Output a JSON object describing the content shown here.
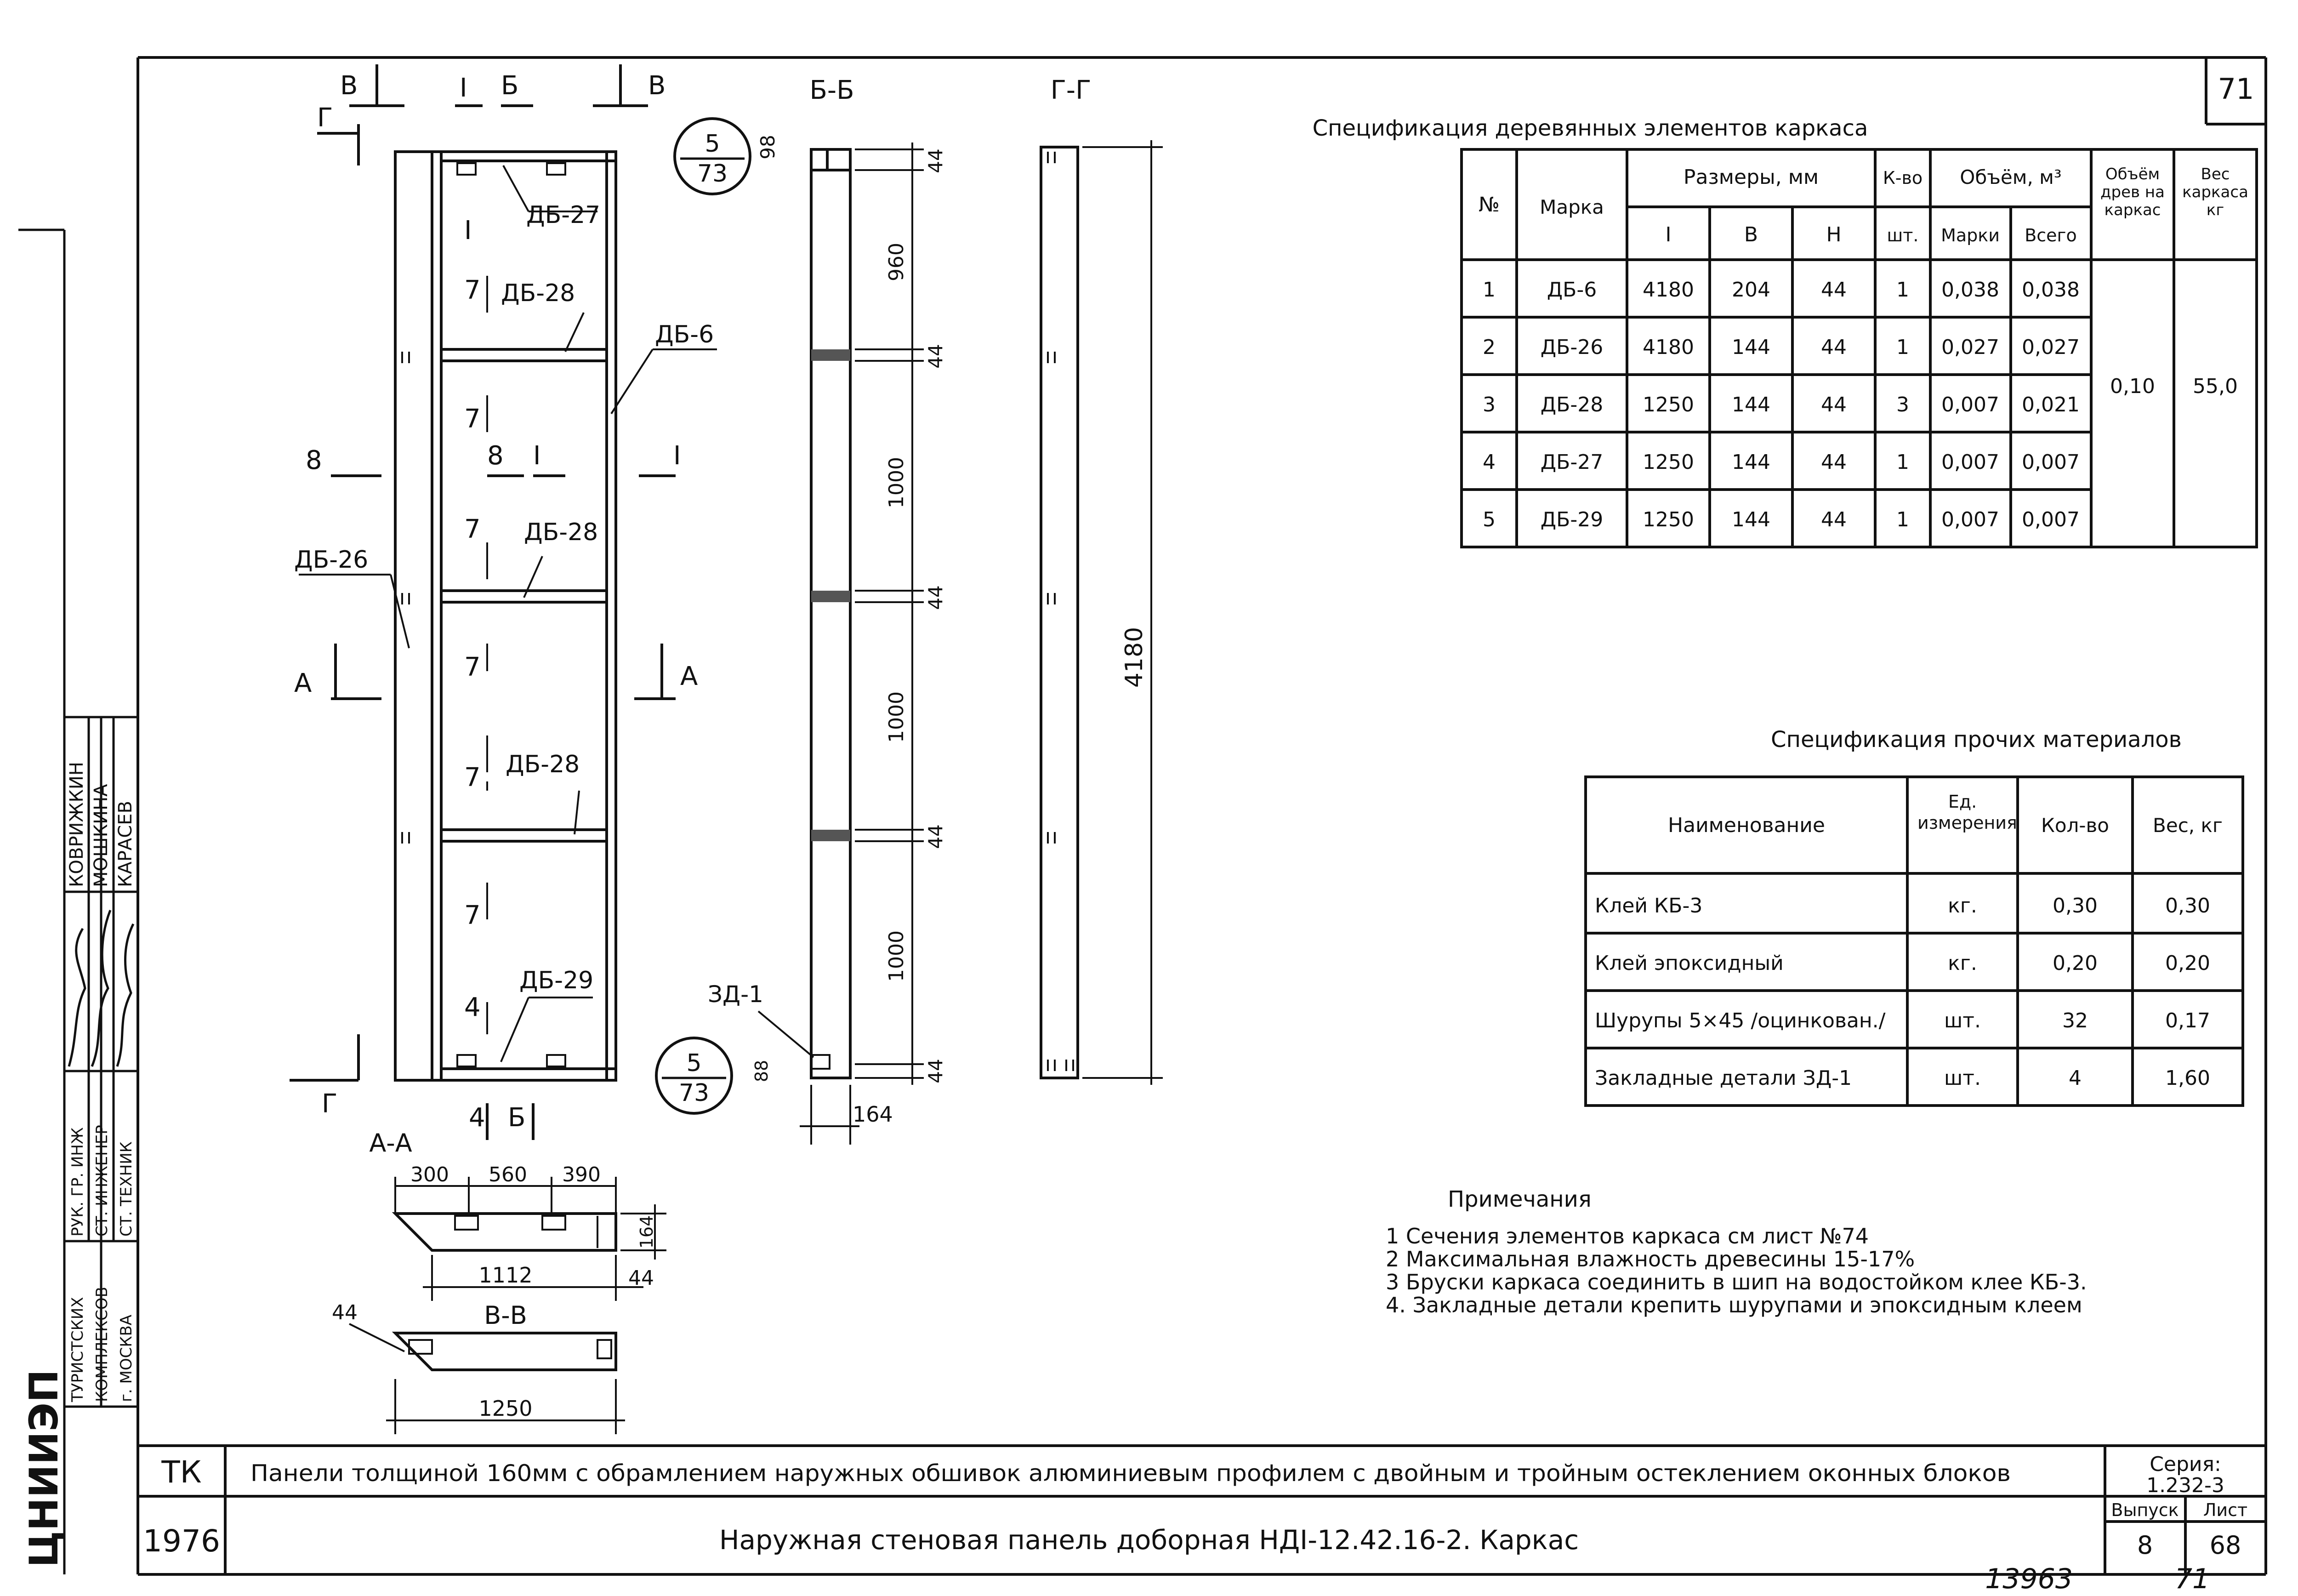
{
  "sheet_corner": "71",
  "bottom_numbers": {
    "inventory": "13963",
    "sheet": "71"
  },
  "side_stamp": {
    "org_lines": [
      "ЦНИИЭП",
      "ТУРИСТСКИХ",
      "КОМПЛЕКСОВ",
      "г. МОСКВА"
    ],
    "roles": [
      "РУК. ГР. ИНЖ",
      "СТ. ИНЖЕНЕР",
      "СТ. ТЕХНИК"
    ],
    "names": [
      "КОВРИЖКИН",
      "МОШКИНА",
      "КАРАСЕВ"
    ]
  },
  "title_block": {
    "tk": "ТК",
    "year": "1976",
    "series_title": "Панели толщиной 160мм с обрамлением наружных обшивок алюминиевым профилем с двойным и тройным остеклением оконных блоков",
    "sheet_title": "Наружная стеновая панель доборная НДI-12.42.16-2. Каркас",
    "series_label": "Серия:",
    "series_value": "1.232-3",
    "issue_label": "Выпуск",
    "issue_value": "8",
    "sheet_label": "Лист",
    "sheet_value": "68"
  },
  "front_view": {
    "cut_letters": {
      "v": "В",
      "i": "I",
      "b": "Б",
      "g": "Г",
      "a": "А",
      "eight": "8"
    },
    "labels": [
      "ДБ-27",
      "ДБ-28",
      "ДБ-6",
      "ДБ-28",
      "ДБ-26",
      "ДБ-28",
      "ДБ-29"
    ],
    "marks": {
      "seven": "7",
      "four": "4",
      "i": "I",
      "eight": "8"
    },
    "circle_top": [
      "5",
      "73"
    ],
    "circle_bottom": [
      "5",
      "73"
    ]
  },
  "section_bb": {
    "title": "Б-Б",
    "dims": [
      "98",
      "44",
      "960",
      "44",
      "1000",
      "44",
      "1000",
      "44",
      "1000",
      "44",
      "88"
    ],
    "width": "164",
    "zd_label": "ЗД-1"
  },
  "section_gg": {
    "title": "Г-Г",
    "overall": "4180"
  },
  "section_aa": {
    "title": "А-А",
    "dims": [
      "300",
      "560",
      "390"
    ],
    "overall": "1112",
    "right": "44",
    "height": "164"
  },
  "section_vv": {
    "title": "В-В",
    "left": "44",
    "overall": "1250"
  },
  "wood_spec": {
    "title": "Спецификация деревянных элементов каркаса",
    "headers": {
      "no": "№",
      "mark": "Марка",
      "sizes": "Размеры, мм",
      "sizes_sub": [
        "I",
        "В",
        "Н"
      ],
      "qty": "К-во",
      "qty_sub": "шт.",
      "volume": "Объём, м³",
      "volume_sub": [
        "Марки",
        "Всего"
      ],
      "wood_vol": "Объём древ на каркас",
      "weight": "Вес каркаса кг"
    },
    "rows": [
      [
        "1",
        "ДБ-6",
        "4180",
        "204",
        "44",
        "1",
        "0,038",
        "0,038"
      ],
      [
        "2",
        "ДБ-26",
        "4180",
        "144",
        "44",
        "1",
        "0,027",
        "0,027"
      ],
      [
        "3",
        "ДБ-28",
        "1250",
        "144",
        "44",
        "3",
        "0,007",
        "0,021"
      ],
      [
        "4",
        "ДБ-27",
        "1250",
        "144",
        "44",
        "1",
        "0,007",
        "0,007"
      ],
      [
        "5",
        "ДБ-29",
        "1250",
        "144",
        "44",
        "1",
        "0,007",
        "0,007"
      ]
    ],
    "wood_volume_total": "0,10",
    "frame_weight": "55,0"
  },
  "other_spec": {
    "title": "Спецификация прочих материалов",
    "headers": [
      "Наименование",
      "Ед. измерения",
      "Кол-во",
      "Вес, кг"
    ],
    "rows": [
      [
        "Клей КБ-3",
        "кг.",
        "0,30",
        "0,30"
      ],
      [
        "Клей эпоксидный",
        "кг.",
        "0,20",
        "0,20"
      ],
      [
        "Шурупы 5×45 /оцинкован./",
        "шт.",
        "32",
        "0,17"
      ],
      [
        "Закладные детали ЗД-1",
        "шт.",
        "4",
        "1,60"
      ]
    ]
  },
  "notes": {
    "title": "Примечания",
    "items": [
      "1 Сечения элементов каркаса см лист №74",
      "2 Максимальная влажность древесины 15-17%",
      "3 Бруски каркаса соединить в шип на водостойком клее КБ-3.",
      "4. Закладные детали крепить шурупами и эпоксидным клеем"
    ]
  }
}
